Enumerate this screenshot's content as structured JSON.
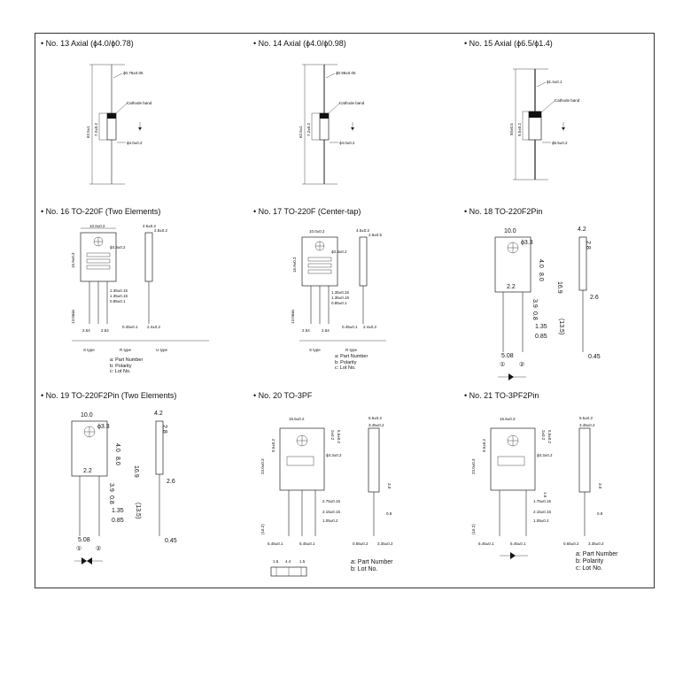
{
  "packages": [
    {
      "title": "• No. 13  Axial (ϕ4.0/ϕ0.78)",
      "labels": {
        "lead": "ϕ0.78±0.05",
        "band": "Cathode band",
        "total": "62.5±1",
        "body_len": "7.2±0.2",
        "body_dia": "ϕ4.0±0.2"
      }
    },
    {
      "title": "• No. 14  Axial (ϕ4.0/ϕ0.98)",
      "labels": {
        "lead": "ϕ0.98±0.05",
        "band": "Cathode band",
        "total": "62.5±1",
        "body_len": "7.2±0.2",
        "body_dia": "ϕ4.0±0.2"
      }
    },
    {
      "title": "• No. 15  Axial (ϕ6.5/ϕ1.4)",
      "labels": {
        "lead": "ϕ1.4±0.1",
        "band": "Cathode band",
        "total": "50±0.5",
        "body_len": "9.5±0.2",
        "body_dia": "ϕ6.5±0.2"
      }
    },
    {
      "title": "• No. 16  TO-220F (Two Elements)",
      "labels": {
        "w": "10.0±0.2",
        "t": "4.5±0.2",
        "t2": "2.8±0.2",
        "hole": "ϕ3.3±0.2",
        "h": "16.9±0.3",
        "lead": "13.0min",
        "p1": "1.35±0.15",
        "p2": "1.35±0.15",
        "p3": "0.85±0.1",
        "pitch1": "2.54",
        "pitch2": "2.54",
        "lt": "0.45±0.1",
        "lt2": "2.4±0.2"
      },
      "types": [
        "S type",
        "R type",
        "U type"
      ],
      "legend": [
        "a: Part Number",
        "b: Polarity",
        "c: Lot No."
      ]
    },
    {
      "title": "• No. 17  TO-220F (Center-tap)",
      "labels": {
        "w": "10.0±0.2",
        "t": "4.5±0.2",
        "t2": "2.8±0.5",
        "hole": "ϕ3.3±0.2",
        "h": "16.9±0.3",
        "lead": "13.0min",
        "p1": "1.35±0.15",
        "p2": "1.35±0.15",
        "p3": "0.85±0.1",
        "pitch1": "2.54",
        "pitch2": "2.54",
        "lt": "0.45±0.1",
        "lt2": "2.4±0.2"
      },
      "types": [
        "S type",
        "R type"
      ],
      "legend": [
        "a: Part Number",
        "b: Polarity",
        "c: Lot No."
      ]
    },
    {
      "title": "• No. 18  TO-220F2Pin",
      "labels": {
        "w": "10.0",
        "t": "4.2",
        "t2": "2.8",
        "hole": "ϕ3.3",
        "d1": "4.0",
        "d2": "8.0",
        "d3": "16.9",
        "d4": "2.2",
        "d5": "3.9",
        "d6": "0.8",
        "d7": "1.35",
        "d8": "0.85",
        "d9": "(13.5)",
        "d10": "5.08",
        "d11": "2.6",
        "d12": "0.45"
      },
      "pins": [
        "①",
        "②"
      ]
    },
    {
      "title": "• No. 19  TO-220F2Pin (Two Elements)",
      "labels": {
        "w": "10.0",
        "t": "4.2",
        "t2": "2.8",
        "hole": "ϕ3.3",
        "d1": "4.0",
        "d2": "8.0",
        "d3": "16.9",
        "d4": "2.2",
        "d5": "3.9",
        "d6": "0.8",
        "d7": "1.35",
        "d8": "0.85",
        "d9": "(13.5)",
        "d10": "5.08",
        "d11": "2.6",
        "d12": "0.45"
      },
      "pins": [
        "①",
        "②"
      ]
    },
    {
      "title": "• No. 20  TO-3PF",
      "labels": {
        "w": "15.6±0.2",
        "t": "5.5±0.2",
        "t2": "3.45±0.2",
        "hole": "ϕ3.3±0.2",
        "h": "23.0±0.3",
        "h2": "9.5±0.2",
        "s1": "2±0.2",
        "s2": "5.5±0.2",
        "lead": "(16.2)",
        "p1": "2.75±0.15",
        "p2": "2.15±0.15",
        "p3": "1.05±0.2",
        "pitch1": "5.45±0.1",
        "pitch2": "5.45±0.1",
        "d1": "0.65±0.2",
        "d2": "3.35±0.2",
        "d3": "3.0",
        "d4": "0.8",
        "top1": "1.5",
        "top2": "4.4",
        "top3": "1.5"
      },
      "legend": [
        "a: Part Number",
        "b: Lot No."
      ]
    },
    {
      "title": "• No. 21  TO-3PF2Pin",
      "labels": {
        "w": "15.6±0.3",
        "t": "5.5±0.2",
        "t2": "3.45±0.2",
        "hole": "ϕ3.3±0.2",
        "h": "23.0±0.3",
        "h2": "9.5±0.2",
        "s1": "2±0.2",
        "s2": "5.5±0.2",
        "lead": "(16.2)",
        "p1": "1.75±0.15",
        "p2": "2.15±0.15",
        "p3": "1.05±0.2",
        "pitch1": "5.45±0.1",
        "pitch2": "5.45±0.1",
        "d1": "0.65±0.2",
        "d2": "3.35±0.2",
        "d3": "3.0",
        "d4": "0.8",
        "d5": "1.6"
      },
      "legend": [
        "a: Part Number",
        "b: Polarity",
        "c: Lot No."
      ]
    }
  ]
}
